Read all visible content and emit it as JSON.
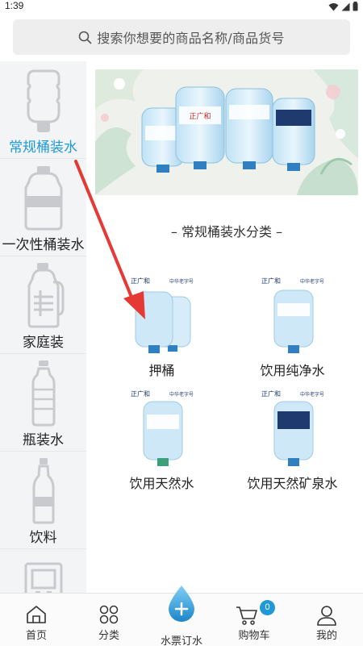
{
  "status": {
    "time": "1:39"
  },
  "search": {
    "placeholder": "搜索你想要的商品名称/商品货号"
  },
  "sidebar": {
    "items": [
      {
        "label": "常规桶装水",
        "icon": "jug-icon",
        "active": true
      },
      {
        "label": "一次性桶装水",
        "icon": "disposable-jug-icon",
        "active": false
      },
      {
        "label": "家庭装",
        "icon": "family-bottle-icon",
        "active": false
      },
      {
        "label": "瓶装水",
        "icon": "bottle-icon",
        "active": false
      },
      {
        "label": "饮料",
        "icon": "drink-bottle-icon",
        "active": false
      },
      {
        "label": "",
        "icon": "water-dispenser-icon",
        "active": false
      }
    ]
  },
  "banner": {
    "brand_text": "正广和"
  },
  "section": {
    "title": "– 常规桶装水分类 –"
  },
  "products": [
    {
      "name": "押桶",
      "brand": "正广和",
      "partner": "中华老字号"
    },
    {
      "name": "饮用纯净水",
      "brand": "正广和",
      "partner": "中华老字号"
    },
    {
      "name": "饮用天然水",
      "brand": "正广和",
      "partner": "中华老字号"
    },
    {
      "name": "饮用天然矿泉水",
      "brand": "正广和",
      "partner": "中华老字号"
    }
  ],
  "tabbar": {
    "items": [
      {
        "label": "首页",
        "icon": "home-icon"
      },
      {
        "label": "分类",
        "icon": "category-icon"
      },
      {
        "label": "水票订水",
        "icon": "water-drop-icon"
      },
      {
        "label": "购物车",
        "icon": "cart-icon",
        "badge": "0"
      },
      {
        "label": "我的",
        "icon": "user-icon"
      }
    ]
  },
  "colors": {
    "accent": "#1f9ad6",
    "annotation": "#e53935",
    "rail_bg": "#f3f4f6"
  }
}
